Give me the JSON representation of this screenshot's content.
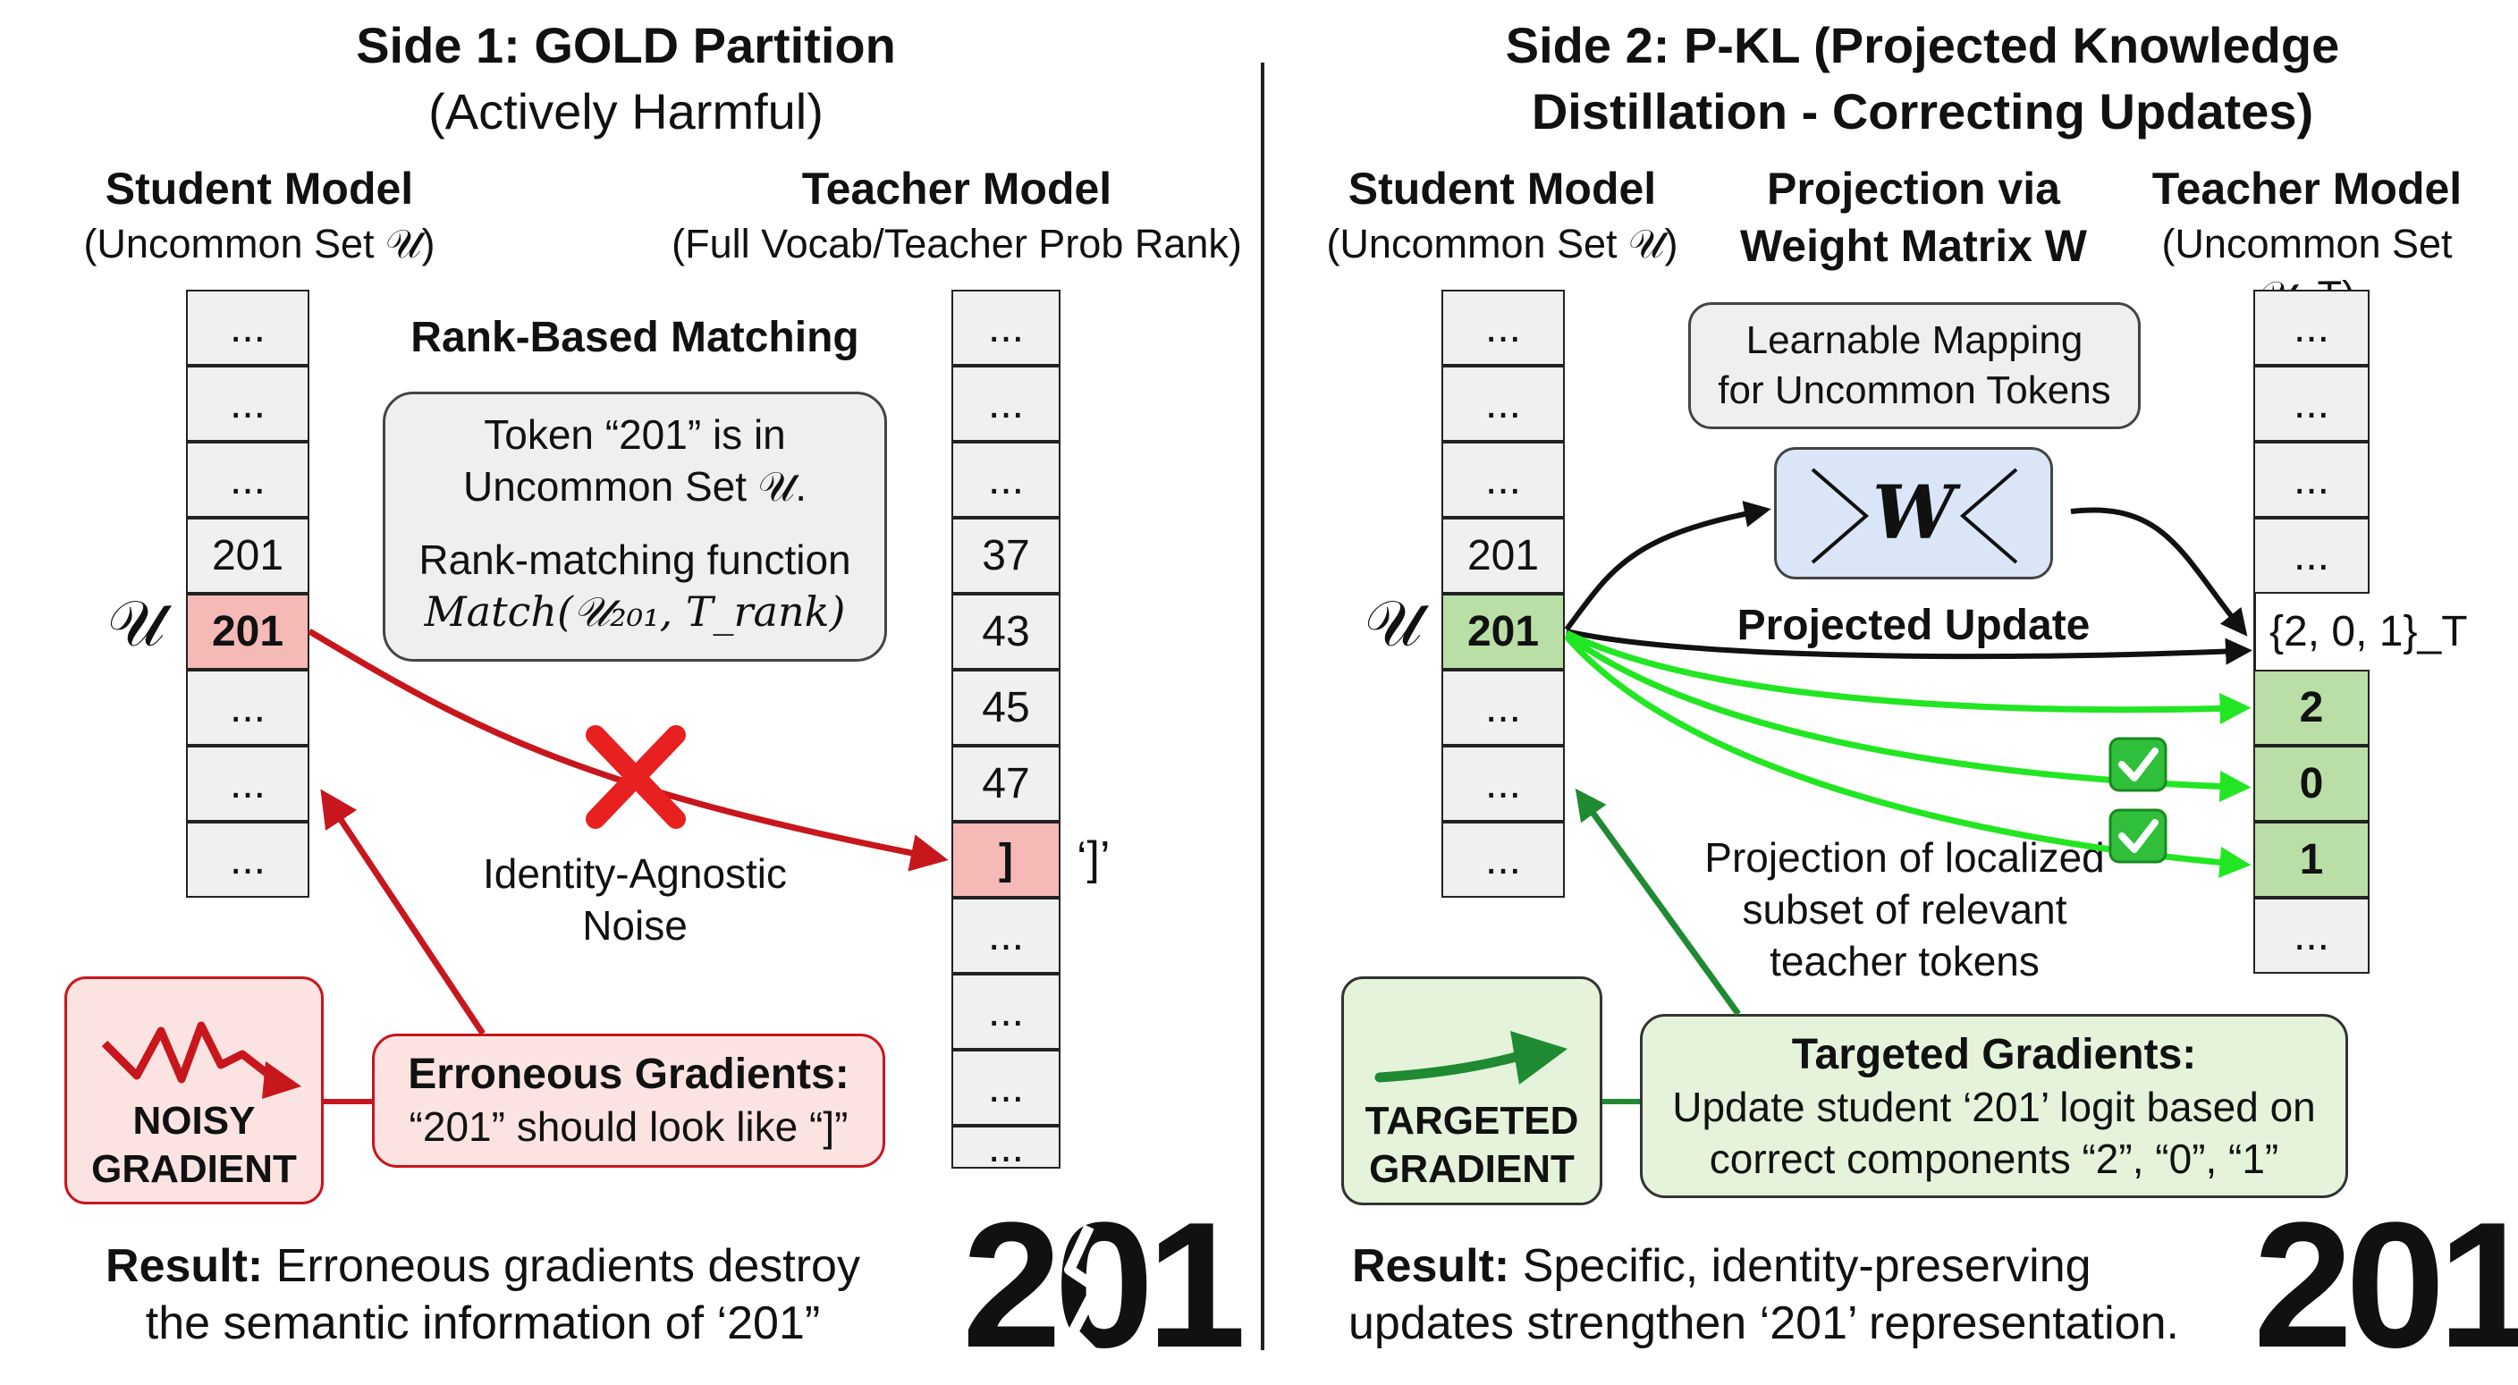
{
  "left": {
    "title": "Side 1: GOLD Partition",
    "subtitle": "(Actively Harmful)",
    "student_head": "Student Model",
    "student_sub": "(Uncommon Set 𝒰)",
    "teacher_head": "Teacher Model",
    "teacher_sub": "(Full Vocab/Teacher Prob Rank)",
    "student_cells": [
      "...",
      "...",
      "...",
      "201",
      "201",
      "...",
      "...",
      "..."
    ],
    "teacher_cells": [
      "...",
      "...",
      "...",
      "37",
      "43",
      "45",
      "47",
      "]",
      "...",
      "...",
      "...",
      "..."
    ],
    "set_symbol": "𝒰",
    "token_quote": "‘]’",
    "rank_title": "Rank-Based Matching",
    "rank_line1": "Token “201” is in",
    "rank_line2": "Uncommon Set 𝒰.",
    "rank_line3": "Rank-matching function",
    "rank_math": "Match(𝒰₂₀₁, T_rank)",
    "noise_line1": "Identity-Agnostic",
    "noise_line2": "Noise",
    "noisy_label1": "NOISY",
    "noisy_label2": "GRADIENT",
    "err_title": "Erroneous Gradients:",
    "err_text": "“201” should look like “]”",
    "result_bold": "Result:",
    "result_text1": " Erroneous gradients destroy",
    "result_text2": "the semantic information of ‘201”",
    "big_number": "201"
  },
  "right": {
    "title1": "Side 2: P-KL (Projected Knowledge",
    "title2": "Distillation - Correcting Updates)",
    "student_head": "Student Model",
    "student_sub": "(Uncommon Set 𝒰)",
    "proj_head": "Projection via",
    "proj_head2": "Weight Matrix W",
    "teacher_head": "Teacher Model",
    "teacher_sub": "(Uncommon Set 𝒰_T)",
    "student_cells": [
      "...",
      "...",
      "...",
      "201",
      "201",
      "...",
      "...",
      "..."
    ],
    "teacher_cells": [
      "...",
      "...",
      "...",
      "...",
      "{2, 0, 1}_T",
      "2",
      "0",
      "1",
      "..."
    ],
    "set_symbol": "𝒰",
    "mapping_line1": "Learnable Mapping",
    "mapping_line2": "for Uncommon Tokens",
    "w_label": "W",
    "projected_update": "Projected Update",
    "proj_line1": "Projection of localized",
    "proj_line2": "subset of relevant",
    "proj_line3": "teacher tokens",
    "targeted_label1": "TARGETED",
    "targeted_label2": "GRADIENT",
    "tg_title": "Targeted Gradients:",
    "tg_text1": "Update student ‘201’ logit based on",
    "tg_text2": "correct components “2”, “0”, “1”",
    "result_bold": "Result:",
    "result_text1": " Specific, identity-preserving",
    "result_text2": "updates strengthen ‘201’ representation.",
    "big_number": "201"
  },
  "colors": {
    "red": "#c8161d",
    "red_fill": "#f5b9b6",
    "red_box": "#fbe3e2",
    "green_arrow": "#22e622",
    "green_dark": "#1f8a32",
    "green_fill": "#b9dfa6",
    "green_box": "#e4f3da",
    "blue_box": "#dae6f8"
  }
}
